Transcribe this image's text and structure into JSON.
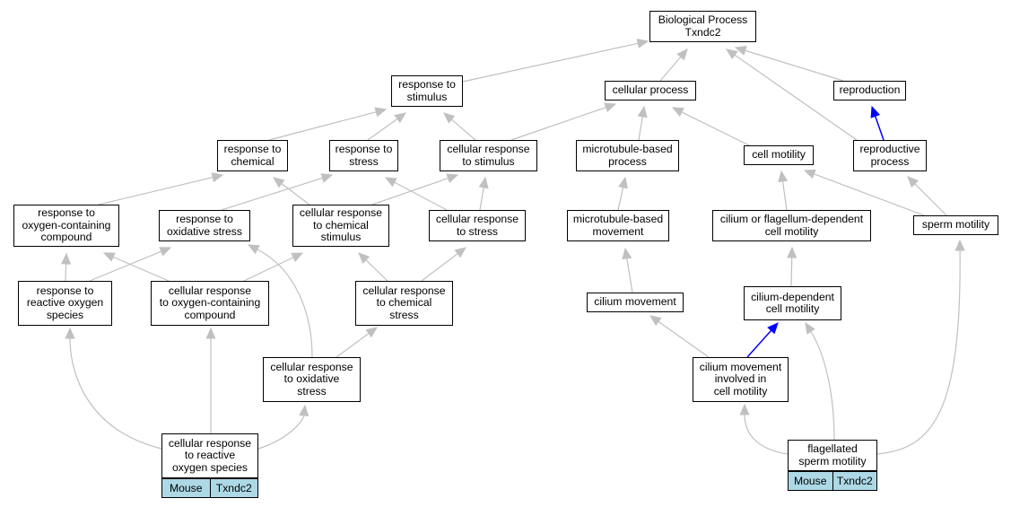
{
  "graph": {
    "nodes": {
      "bp": {
        "lines": [
          "Biological Process",
          "Txndc2"
        ]
      },
      "stim": {
        "lines": [
          "response to",
          "stimulus"
        ]
      },
      "cellproc": {
        "lines": [
          "cellular process"
        ]
      },
      "repro": {
        "lines": [
          "reproduction"
        ]
      },
      "chem": {
        "lines": [
          "response to",
          "chemical"
        ]
      },
      "stress": {
        "lines": [
          "response to",
          "stress"
        ]
      },
      "crstim": {
        "lines": [
          "cellular response",
          "to stimulus"
        ]
      },
      "mtproc": {
        "lines": [
          "microtubule-based",
          "process"
        ]
      },
      "cellmot": {
        "lines": [
          "cell motility"
        ]
      },
      "reproproc": {
        "lines": [
          "reproductive",
          "process"
        ]
      },
      "oxycomp": {
        "lines": [
          "response to",
          "oxygen-containing",
          "compound"
        ]
      },
      "oxstress": {
        "lines": [
          "response to",
          "oxidative stress"
        ]
      },
      "crchem": {
        "lines": [
          "cellular response",
          "to chemical",
          "stimulus"
        ]
      },
      "crstress": {
        "lines": [
          "cellular response",
          "to stress"
        ]
      },
      "mtmove": {
        "lines": [
          "microtubule-based",
          "movement"
        ]
      },
      "ciliaflag": {
        "lines": [
          "cilium or flagellum-dependent",
          "cell motility"
        ]
      },
      "spermmot": {
        "lines": [
          "sperm motility"
        ]
      },
      "ros": {
        "lines": [
          "response to",
          "reactive oxygen",
          "species"
        ]
      },
      "croxycomp": {
        "lines": [
          "cellular response",
          "to oxygen-containing",
          "compound"
        ]
      },
      "crchemstress": {
        "lines": [
          "cellular response",
          "to chemical",
          "stress"
        ]
      },
      "cilmove": {
        "lines": [
          "cilium movement"
        ]
      },
      "cildep": {
        "lines": [
          "cilium-dependent",
          "cell motility"
        ]
      },
      "croxstress": {
        "lines": [
          "cellular response",
          "to oxidative",
          "stress"
        ]
      },
      "cilinv": {
        "lines": [
          "cilium movement",
          "involved in",
          "cell motility"
        ]
      },
      "crros": {
        "lines": [
          "cellular response",
          "to reactive",
          "oxygen species"
        ]
      },
      "flagsperm": {
        "lines": [
          "flagellated",
          "sperm motility"
        ]
      }
    },
    "annotations": {
      "crros": {
        "species": "Mouse",
        "gene": "Txndc2"
      },
      "flagsperm": {
        "species": "Mouse",
        "gene": "Txndc2"
      }
    },
    "edges": [
      {
        "from": "stim",
        "to": "bp"
      },
      {
        "from": "cellproc",
        "to": "bp"
      },
      {
        "from": "repro",
        "to": "bp"
      },
      {
        "from": "reproproc",
        "to": "bp"
      },
      {
        "from": "reproproc",
        "to": "repro",
        "highlight": true
      },
      {
        "from": "chem",
        "to": "stim"
      },
      {
        "from": "stress",
        "to": "stim"
      },
      {
        "from": "crstim",
        "to": "stim"
      },
      {
        "from": "crstim",
        "to": "cellproc"
      },
      {
        "from": "mtproc",
        "to": "cellproc"
      },
      {
        "from": "cellmot",
        "to": "cellproc"
      },
      {
        "from": "oxycomp",
        "to": "chem"
      },
      {
        "from": "crchem",
        "to": "chem"
      },
      {
        "from": "oxstress",
        "to": "stress"
      },
      {
        "from": "crstress",
        "to": "stress"
      },
      {
        "from": "crchem",
        "to": "crstim"
      },
      {
        "from": "crstress",
        "to": "crstim"
      },
      {
        "from": "mtmove",
        "to": "mtproc"
      },
      {
        "from": "ciliaflag",
        "to": "cellmot"
      },
      {
        "from": "spermmot",
        "to": "cellmot"
      },
      {
        "from": "spermmot",
        "to": "reproproc"
      },
      {
        "from": "ros",
        "to": "oxycomp"
      },
      {
        "from": "croxycomp",
        "to": "oxycomp"
      },
      {
        "from": "ros",
        "to": "oxstress"
      },
      {
        "from": "croxstress",
        "to": "oxstress"
      },
      {
        "from": "croxycomp",
        "to": "crchem"
      },
      {
        "from": "crchemstress",
        "to": "crchem"
      },
      {
        "from": "crchemstress",
        "to": "crstress"
      },
      {
        "from": "croxstress",
        "to": "crchemstress"
      },
      {
        "from": "cilmove",
        "to": "mtmove"
      },
      {
        "from": "cildep",
        "to": "ciliaflag"
      },
      {
        "from": "cilinv",
        "to": "cilmove"
      },
      {
        "from": "cilinv",
        "to": "cildep",
        "highlight": true
      },
      {
        "from": "crros",
        "to": "ros"
      },
      {
        "from": "crros",
        "to": "croxycomp"
      },
      {
        "from": "crros",
        "to": "croxstress"
      },
      {
        "from": "flagsperm",
        "to": "cilinv"
      },
      {
        "from": "flagsperm",
        "to": "cildep"
      },
      {
        "from": "flagsperm",
        "to": "spermmot"
      }
    ],
    "colors": {
      "edge": "#c0c0c0",
      "highlight_edge": "#0000ff",
      "gene_fill": "#add8e6",
      "node_border": "#000000"
    }
  }
}
